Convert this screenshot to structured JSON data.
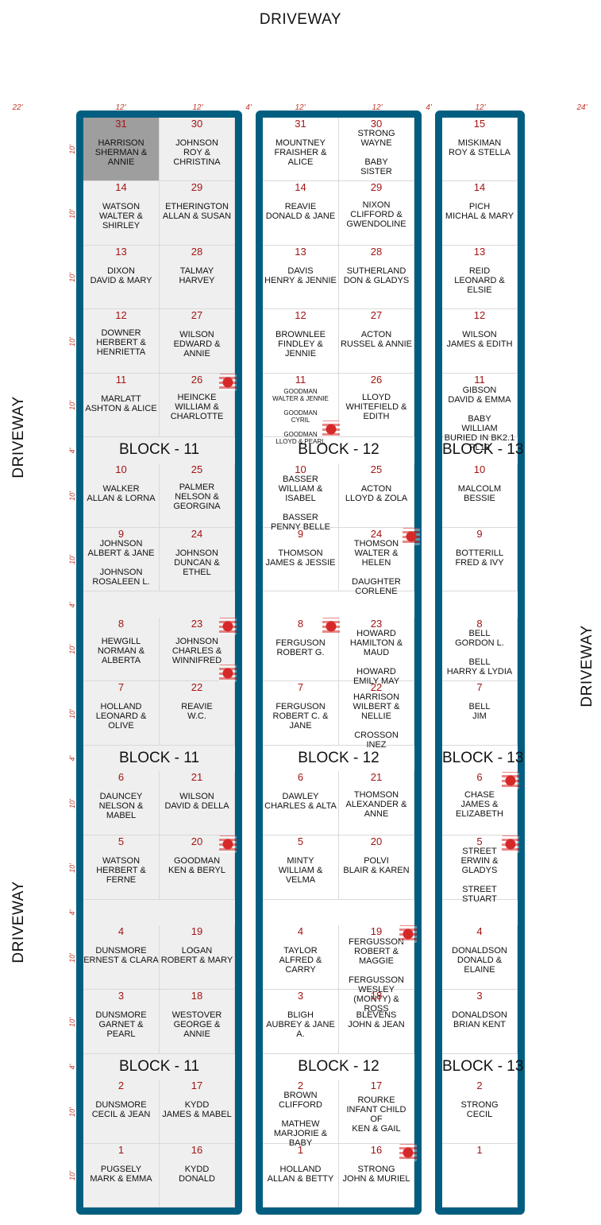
{
  "labels": {
    "driveway_top": "DRIVEWAY",
    "driveway_left_upper": "DRIVEWAY",
    "driveway_left_lower": "DRIVEWAY",
    "driveway_right": "DRIVEWAY"
  },
  "colors": {
    "block_border": "#015e80",
    "plot_number": "#a31515",
    "dimension": "#c0392b",
    "marker": "#d62828",
    "block11_fill": "#efefef",
    "highlight": "#9e9e9e"
  },
  "widths": [
    "22'",
    "12'",
    "12'",
    "4'",
    "12'",
    "12'",
    "4'",
    "12'",
    "24'"
  ],
  "row_heights": [
    "10'",
    "10'",
    "10'",
    "10'",
    "10'",
    "4'",
    "10'",
    "10'",
    "4'",
    "10'",
    "10'",
    "4'",
    "10'",
    "10'",
    "4'",
    "10'",
    "10'",
    "4'",
    "10'",
    "10'"
  ],
  "block_labels": {
    "b11": "BLOCK - 11",
    "b12": "BLOCK - 12",
    "b13": "BLOCK - 13"
  },
  "b11_left": [
    {
      "num": "31",
      "names": "HARRISON\nSHERMAN & ANNIE"
    },
    {
      "num": "14",
      "names": "WATSON\nWALTER & SHIRLEY"
    },
    {
      "num": "13",
      "names": "DIXON\nDAVID & MARY"
    },
    {
      "num": "12",
      "names": "DOWNER\nHERBERT &\nHENRIETTA"
    },
    {
      "num": "11",
      "names": "MARLATT\nASHTON & ALICE"
    },
    {
      "num": "10",
      "names": "WALKER\nALLAN & LORNA"
    },
    {
      "num": "9",
      "names": "JOHNSON\nALBERT & JANE\n\nJOHNSON\nROSALEEN L."
    },
    {
      "num": "8",
      "names": "HEWGILL\nNORMAN &\nALBERTA"
    },
    {
      "num": "7",
      "names": "HOLLAND\nLEONARD & OLIVE"
    },
    {
      "num": "6",
      "names": "DAUNCEY\nNELSON & MABEL"
    },
    {
      "num": "5",
      "names": "WATSON\nHERBERT & FERNE"
    },
    {
      "num": "4",
      "names": "DUNSMORE\nERNEST & CLARA"
    },
    {
      "num": "3",
      "names": "DUNSMORE\nGARNET & PEARL"
    },
    {
      "num": "2",
      "names": "DUNSMORE\nCECIL  & JEAN"
    },
    {
      "num": "1",
      "names": "PUGSELY\nMARK & EMMA"
    }
  ],
  "b11_right": [
    {
      "num": "30",
      "names": "JOHNSON\nROY & CHRISTINA"
    },
    {
      "num": "29",
      "names": "ETHERINGTON\nALLAN & SUSAN"
    },
    {
      "num": "28",
      "names": "TALMAY\nHARVEY"
    },
    {
      "num": "27",
      "names": "WILSON\nEDWARD & ANNIE"
    },
    {
      "num": "26",
      "names": "HEINCKE\nWILLIAM &\nCHARLOTTE"
    },
    {
      "num": "25",
      "names": "PALMER\nNELSON &\nGEORGINA"
    },
    {
      "num": "24",
      "names": "JOHNSON\nDUNCAN & ETHEL"
    },
    {
      "num": "23",
      "names": "JOHNSON\nCHARLES &\nWINNIFRED"
    },
    {
      "num": "22",
      "names": "REAVIE\nW.C."
    },
    {
      "num": "21",
      "names": "WILSON\nDAVID & DELLA"
    },
    {
      "num": "20",
      "names": "GOODMAN\nKEN & BERYL"
    },
    {
      "num": "19",
      "names": "LOGAN\nROBERT & MARY"
    },
    {
      "num": "18",
      "names": "WESTOVER\nGEORGE & ANNIE"
    },
    {
      "num": "17",
      "names": "KYDD\nJAMES & MABEL"
    },
    {
      "num": "16",
      "names": "KYDD\nDONALD"
    }
  ],
  "b12_left": [
    {
      "num": "31",
      "names": "MOUNTNEY\nFRAISHER & ALICE"
    },
    {
      "num": "14",
      "names": "REAVIE\nDONALD & JANE"
    },
    {
      "num": "13",
      "names": "DAVIS\nHENRY & JENNIE"
    },
    {
      "num": "12",
      "names": "BROWNLEE\nFINDLEY & JENNIE"
    },
    {
      "num": "11",
      "names": "GOODMAN\nWALTER & JENNIE\n\nGOODMAN\nCYRIL\n\nGOODMAN\nLLOYD & PEARL"
    },
    {
      "num": "10",
      "names": "BASSER\nWILLIAM & ISABEL\n\nBASSER\nPENNY BELLE"
    },
    {
      "num": "9",
      "names": "THOMSON\nJAMES & JESSIE"
    },
    {
      "num": "8",
      "names": "FERGUSON\nROBERT  G."
    },
    {
      "num": "7",
      "names": "FERGUSON\nROBERT  C. & JANE"
    },
    {
      "num": "6",
      "names": "DAWLEY\nCHARLES & ALTA"
    },
    {
      "num": "5",
      "names": "MINTY\nWILLIAM & VELMA"
    },
    {
      "num": "4",
      "names": "TAYLOR\nALFRED & CARRY"
    },
    {
      "num": "3",
      "names": "BLIGH\nAUBREY & JANE A."
    },
    {
      "num": "2",
      "names": "BROWN\nCLIFFORD\n\nMATHEW\nMARJORIE & BABY"
    },
    {
      "num": "1",
      "names": "HOLLAND\nALLAN & BETTY"
    }
  ],
  "b12_right": [
    {
      "num": "30",
      "names": "STRONG\nWAYNE\n\nBABY\nSISTER"
    },
    {
      "num": "29",
      "names": "NIXON\nCLIFFORD &\nGWENDOLINE"
    },
    {
      "num": "28",
      "names": "SUTHERLAND\nDON & GLADYS"
    },
    {
      "num": "27",
      "names": "ACTON\nRUSSEL & ANNIE"
    },
    {
      "num": "26",
      "names": "LLOYD\nWHITEFIELD &\nEDITH"
    },
    {
      "num": "25",
      "names": "ACTON\nLLOYD & ZOLA"
    },
    {
      "num": "24",
      "names": "THOMSON\nWALTER & HELEN\n\nDAUGHTER\nCORLENE"
    },
    {
      "num": "23",
      "names": "HOWARD\nHAMILTON & MAUD\n\nHOWARD\nEMILY MAY"
    },
    {
      "num": "22",
      "names": "HARRISON\nWILBERT & NELLIE\n\nCROSSON\nINEZ"
    },
    {
      "num": "21",
      "names": "THOMSON\nALEXANDER &\nANNE"
    },
    {
      "num": "20",
      "names": "POLVI\nBLAIR & KAREN"
    },
    {
      "num": "19",
      "names": "FERGUSSON\nROBERT &\nMAGGIE\n\nFERGUSSON\nWESLEY (MONTY) &\nROSS"
    },
    {
      "num": "18",
      "names": "BLEVENS\nJOHN & JEAN"
    },
    {
      "num": "17",
      "names": "ROURKE\nINFANT CHILD\nOF\nKEN & GAIL"
    },
    {
      "num": "16",
      "names": "STRONG\nJOHN & MURIEL"
    }
  ],
  "b13": [
    {
      "num": "15",
      "names": "MISKIMAN\nROY & STELLA"
    },
    {
      "num": "14",
      "names": "PICH\nMICHAL & MARY"
    },
    {
      "num": "13",
      "names": "REID\nLEONARD & ELSIE"
    },
    {
      "num": "12",
      "names": "WILSON\nJAMES & EDITH"
    },
    {
      "num": "11",
      "names": "GIBSON\nDAVID & EMMA\n\nBABY\nWILLIAM\nBURIED IN BK2.1 PL19"
    },
    {
      "num": "10",
      "names": "MALCOLM\nBESSIE"
    },
    {
      "num": "9",
      "names": "BOTTERILL\nFRED & IVY"
    },
    {
      "num": "8",
      "names": "BELL\nGORDON L.\n\nBELL\nHARRY & LYDIA"
    },
    {
      "num": "7",
      "names": "BELL\nJIM"
    },
    {
      "num": "6",
      "names": "CHASE\nJAMES &\nELIZABETH"
    },
    {
      "num": "5",
      "names": "STREET\nERWIN & GLADYS\n\nSTREET\nSTUART"
    },
    {
      "num": "4",
      "names": "DONALDSON\nDONALD & ELAINE"
    },
    {
      "num": "3",
      "names": "DONALDSON\nBRIAN KENT"
    },
    {
      "num": "2",
      "names": "STRONG\nCECIL"
    },
    {
      "num": "1",
      "names": ""
    }
  ]
}
